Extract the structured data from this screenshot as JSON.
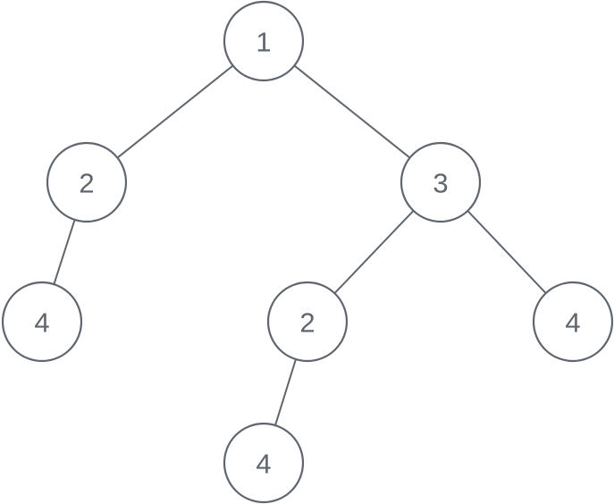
{
  "tree": {
    "nodes": [
      {
        "id": "n1",
        "label": "1"
      },
      {
        "id": "n2",
        "label": "2"
      },
      {
        "id": "n3",
        "label": "3"
      },
      {
        "id": "n4",
        "label": "4"
      },
      {
        "id": "n5",
        "label": "2"
      },
      {
        "id": "n6",
        "label": "4"
      },
      {
        "id": "n7",
        "label": "4"
      }
    ],
    "edges": [
      {
        "from": "n1",
        "to": "n2"
      },
      {
        "from": "n1",
        "to": "n3"
      },
      {
        "from": "n2",
        "to": "n4"
      },
      {
        "from": "n3",
        "to": "n5"
      },
      {
        "from": "n3",
        "to": "n6"
      },
      {
        "from": "n5",
        "to": "n7"
      }
    ],
    "colors": {
      "stroke": "#5f666d",
      "text": "#5f666d",
      "fill": "#ffffff"
    }
  }
}
